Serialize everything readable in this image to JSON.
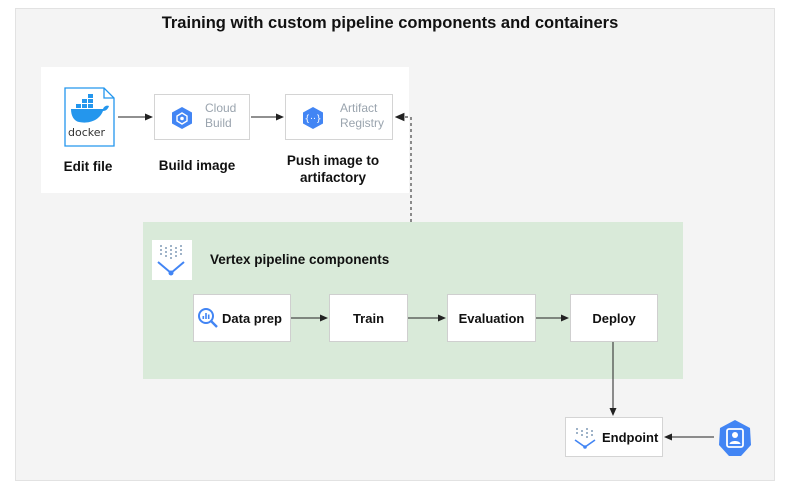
{
  "title": "Training with custom pipeline components and containers",
  "top_steps": {
    "docker_logo_text": "docker",
    "cloud_build": "Cloud\nBuild",
    "artifact_registry": "Artifact\nRegistry",
    "edit_file": "Edit file",
    "build_image": "Build image",
    "push_image": "Push image to\nartifactory"
  },
  "pipeline": {
    "label": "Vertex pipeline components",
    "components": [
      "Data prep",
      "Train",
      "Evaluation",
      "Deploy"
    ]
  },
  "endpoint": {
    "label": "Endpoint"
  },
  "colors": {
    "gcp_blue": "#4285f4",
    "docker_blue": "#2496ed",
    "pipeline_bg": "#d9ead9",
    "canvas_bg": "#f4f4f4",
    "arrow": "#222222"
  }
}
